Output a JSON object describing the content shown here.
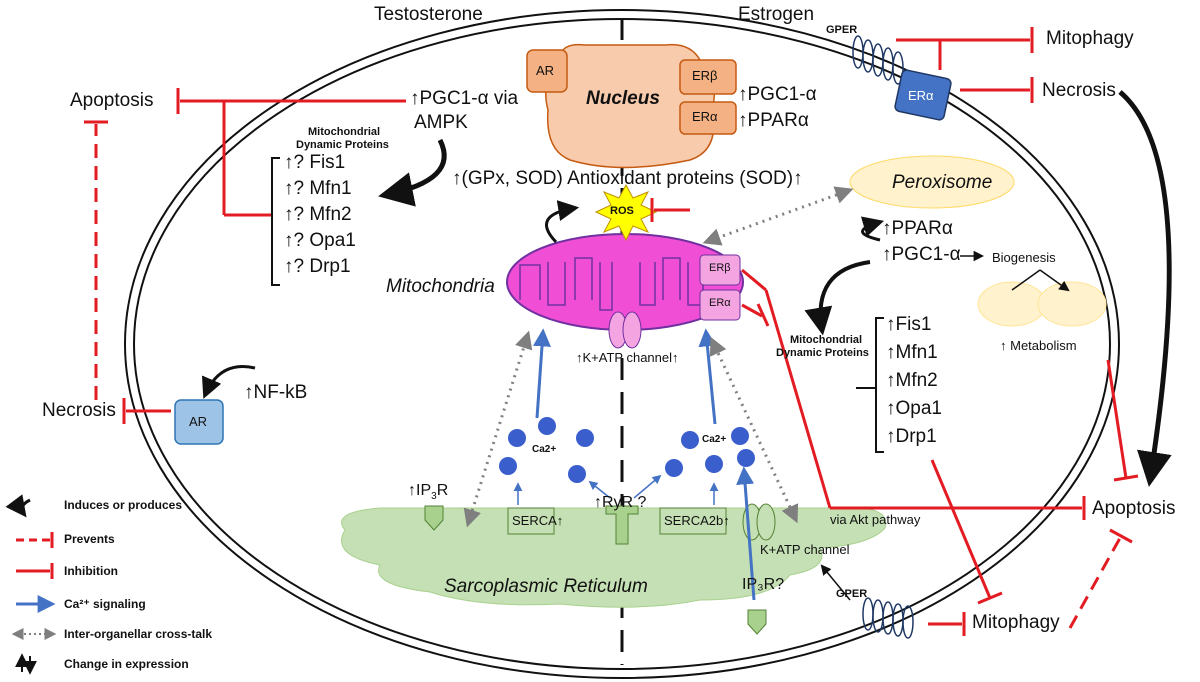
{
  "titles": {
    "left": "Testosterone",
    "right": "Estrogen"
  },
  "organelles": {
    "nucleus": "Nucleus",
    "mitochondria": "Mitochondria",
    "peroxisome": "Peroxisome",
    "sr": "Sarcoplasmic Reticulum",
    "ros": "ROS"
  },
  "receptors": {
    "ar_nucleus": "AR",
    "er_beta_nucleus": "ERβ",
    "er_alpha_nucleus": "ERα",
    "er_beta_mito": "ERβ",
    "er_alpha_mito": "ERα",
    "gper_top": "GPER",
    "er_alpha_membrane": "ERα",
    "gper_bottom": "GPER",
    "ar_cytoplasm": "AR"
  },
  "left": {
    "apoptosis": "Apoptosis",
    "pgc_via": "PGC1-α via",
    "ampk": "AMPK",
    "dynamic_title_1": "Mitochondrial",
    "dynamic_title_2": "Dynamic Proteins",
    "proteins": [
      "? Fis1",
      "? Mfn1",
      "? Mfn2",
      "? Opa1",
      "? Drp1"
    ],
    "necrosis": "Necrosis",
    "nfkb": "NF-kB"
  },
  "center": {
    "pgc1a": "PGC1-α",
    "ppara": "PPARα",
    "antioxidant": "(GPx, SOD) Antioxidant proteins (SOD)",
    "katp_mito": "K+ATP channel",
    "ip3r_left_main": "IP",
    "ip3r_left_sub": "3",
    "ip3r_left_end": "R",
    "ryr": "RyR ?",
    "serca": "SERCA",
    "serca2b": "SERCA2b",
    "ca2_left": "Ca2+",
    "ca2_right": "Ca2+",
    "katp_sr": "K+ATP channel",
    "ip3r_right": "IP₃R?"
  },
  "right": {
    "mitophagy_top": "Mitophagy",
    "necrosis": "Necrosis",
    "ppara": "PPARα",
    "pgc1a": "PGC1-α",
    "biogenesis": "Biogenesis",
    "metabolism": "Metabolism",
    "dynamic_title_1": "Mitochondrial",
    "dynamic_title_2": "Dynamic Proteins",
    "proteins": [
      "Fis1",
      "Mfn1",
      "Mfn2",
      "Opa1",
      "Drp1"
    ],
    "akt": "via Akt pathway",
    "apoptosis": "Apoptosis",
    "mitophagy_bottom": "Mitophagy"
  },
  "legend": [
    {
      "icon": "induces-icon",
      "label": "Induces or produces"
    },
    {
      "icon": "prevents-icon",
      "label": "Prevents"
    },
    {
      "icon": "inhibition-icon",
      "label": "Inhibition"
    },
    {
      "icon": "ca-signaling-icon",
      "label": "Ca²⁺ signaling"
    },
    {
      "icon": "crosstalk-icon",
      "label": "Inter-organellar cross-talk"
    },
    {
      "icon": "expression-change-icon",
      "label": "Change in expression"
    }
  ],
  "colors": {
    "inhibition": "#e31b23",
    "ca_signal": "#4472c4",
    "nucleus": "#f4b183",
    "mitochondria": "#f04ed4",
    "sr": "#c5e0b4",
    "peroxisome": "#fff2cc",
    "er_membrane": "#4472c4",
    "ca_dot": "#3a5fcd",
    "ros": "#ffff00"
  }
}
